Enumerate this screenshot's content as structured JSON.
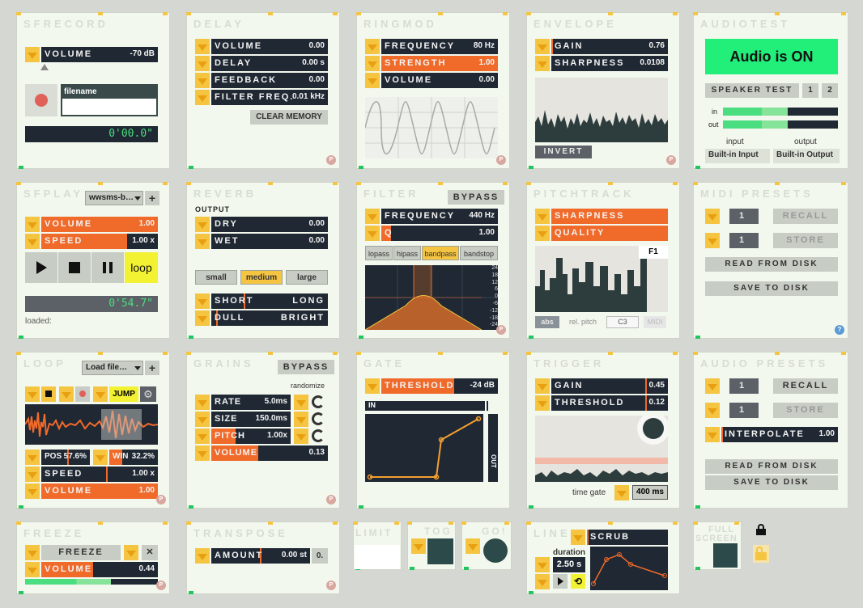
{
  "sfrecord": {
    "title": "SFRECORD",
    "volume_label": "VOLUME",
    "volume_value": "-70 dB",
    "filename_label": "filename",
    "filename_value": "",
    "time": "0'00.0\""
  },
  "delay": {
    "title": "DELAY",
    "rows": [
      {
        "label": "VOLUME",
        "value": "0.00"
      },
      {
        "label": "DELAY",
        "value": "0.00 s"
      },
      {
        "label": "FEEDBACK",
        "value": "0.00"
      },
      {
        "label": "FILTER FREQ.",
        "value": "0.01 kHz"
      }
    ],
    "clear": "CLEAR MEMORY"
  },
  "ringmod": {
    "title": "RINGMOD",
    "rows": [
      {
        "label": "FREQUENCY",
        "value": "80 Hz"
      },
      {
        "label": "STRENGTH",
        "value": "1.00"
      },
      {
        "label": "VOLUME",
        "value": "0.00"
      }
    ]
  },
  "envelope": {
    "title": "ENVELOPE",
    "rows": [
      {
        "label": "GAIN",
        "value": "0.76"
      },
      {
        "label": "SHARPNESS",
        "value": "0.0108"
      }
    ],
    "invert": "INVERT"
  },
  "audiotest": {
    "title": "AUDIOTEST",
    "status": "Audio is ON",
    "speaker_test": "SPEAKER TEST",
    "ch1": "1",
    "ch2": "2",
    "in_label": "in",
    "out_label": "out",
    "input_label": "input",
    "output_label": "output",
    "input_device": "Built-in Input",
    "output_device": "Built-in Output",
    "status_color": "#22ee7a"
  },
  "sfplay": {
    "title": "SFPLAY",
    "file_menu": "wwsms-b…",
    "add": "+",
    "volume_label": "VOLUME",
    "volume_value": "1.00",
    "speed_label": "SPEED",
    "speed_value": "1.00 x",
    "loop": "loop",
    "time": "0'54.7\"",
    "loaded_label": "loaded:"
  },
  "reverb": {
    "title": "REVERB",
    "output_label": "OUTPUT",
    "rows": [
      {
        "label": "DRY",
        "value": "0.00"
      },
      {
        "label": "WET",
        "value": "0.00"
      }
    ],
    "sizes": [
      "small",
      "medium",
      "large"
    ],
    "short_label": "SHORT",
    "long_label": "LONG",
    "dull_label": "DULL",
    "bright_label": "BRIGHT"
  },
  "filter": {
    "title": "FILTER",
    "bypass": "BYPASS",
    "rows": [
      {
        "label": "FREQUENCY",
        "value": "440 Hz"
      },
      {
        "label": "Q",
        "value": "1.00"
      }
    ],
    "modes": [
      "lopass",
      "hipass",
      "bandpass",
      "bandstop"
    ],
    "db_ticks": [
      "24",
      "18",
      "12",
      "6",
      "0",
      "-6",
      "-12",
      "-18",
      "-24"
    ]
  },
  "pitchtrack": {
    "title": "PITCHTRACK",
    "sharpness": "SHARPNESS",
    "quality": "QUALITY",
    "note": "F1",
    "abs": "abs",
    "rel_pitch": "rel. pitch",
    "note_field": "C3",
    "midi": "MIDI"
  },
  "midi_presets": {
    "title": "MIDI PRESETS",
    "slot1": "1",
    "slot2": "1",
    "recall": "RECALL",
    "store": "STORE",
    "read": "READ FROM DISK",
    "save": "SAVE TO DISK"
  },
  "loop": {
    "title": "LOOP",
    "file_menu": "Load file…",
    "add": "+",
    "jump": "JUMP",
    "pos_label": "POS",
    "pos_value": "57.6%",
    "win_label": "WIN",
    "win_value": "32.2%",
    "speed_label": "SPEED",
    "speed_value": "1.00 x",
    "volume_label": "VOLUME",
    "volume_value": "1.00"
  },
  "grains": {
    "title": "GRAINS",
    "bypass": "BYPASS",
    "randomize": "randomize",
    "rows": [
      {
        "label": "RATE",
        "value": "5.0ms"
      },
      {
        "label": "SIZE",
        "value": "150.0ms"
      },
      {
        "label": "PITCH",
        "value": "1.00x"
      },
      {
        "label": "VOLUME",
        "value": "0.13"
      }
    ]
  },
  "gate": {
    "title": "GATE",
    "threshold_label": "THRESHOLD",
    "threshold_value": "-24 dB",
    "in_label": "IN",
    "out_label": "OUT"
  },
  "trigger": {
    "title": "TRIGGER",
    "rows": [
      {
        "label": "GAIN",
        "value": "0.45"
      },
      {
        "label": "THRESHOLD",
        "value": "0.12"
      }
    ],
    "time_gate_label": "time gate",
    "time_gate_value": "400 ms"
  },
  "audio_presets": {
    "title": "AUDIO PRESETS",
    "slot1": "1",
    "slot2": "1",
    "recall": "RECALL",
    "store": "STORE",
    "interpolate_label": "INTERPOLATE",
    "interpolate_value": "1.00",
    "read": "READ FROM DISK",
    "save": "SAVE TO DISK"
  },
  "freeze": {
    "title": "FREEZE",
    "freeze": "FREEZE",
    "close": "✕",
    "volume_label": "VOLUME",
    "volume_value": "0.44"
  },
  "transpose": {
    "title": "TRANSPOSE",
    "amount_label": "AMOUNT",
    "amount_value": "0.00 st",
    "zero": "0."
  },
  "limit": {
    "title": "LIMIT"
  },
  "tog": {
    "title": "TOG"
  },
  "go": {
    "title": "GO!"
  },
  "line": {
    "title": "LINE",
    "scrub": "SCRUB",
    "duration_label": "duration",
    "duration_value": "2.50 s"
  },
  "fullscreen": {
    "title1": "FULL",
    "title2": "SCREEN"
  },
  "badge": "P"
}
